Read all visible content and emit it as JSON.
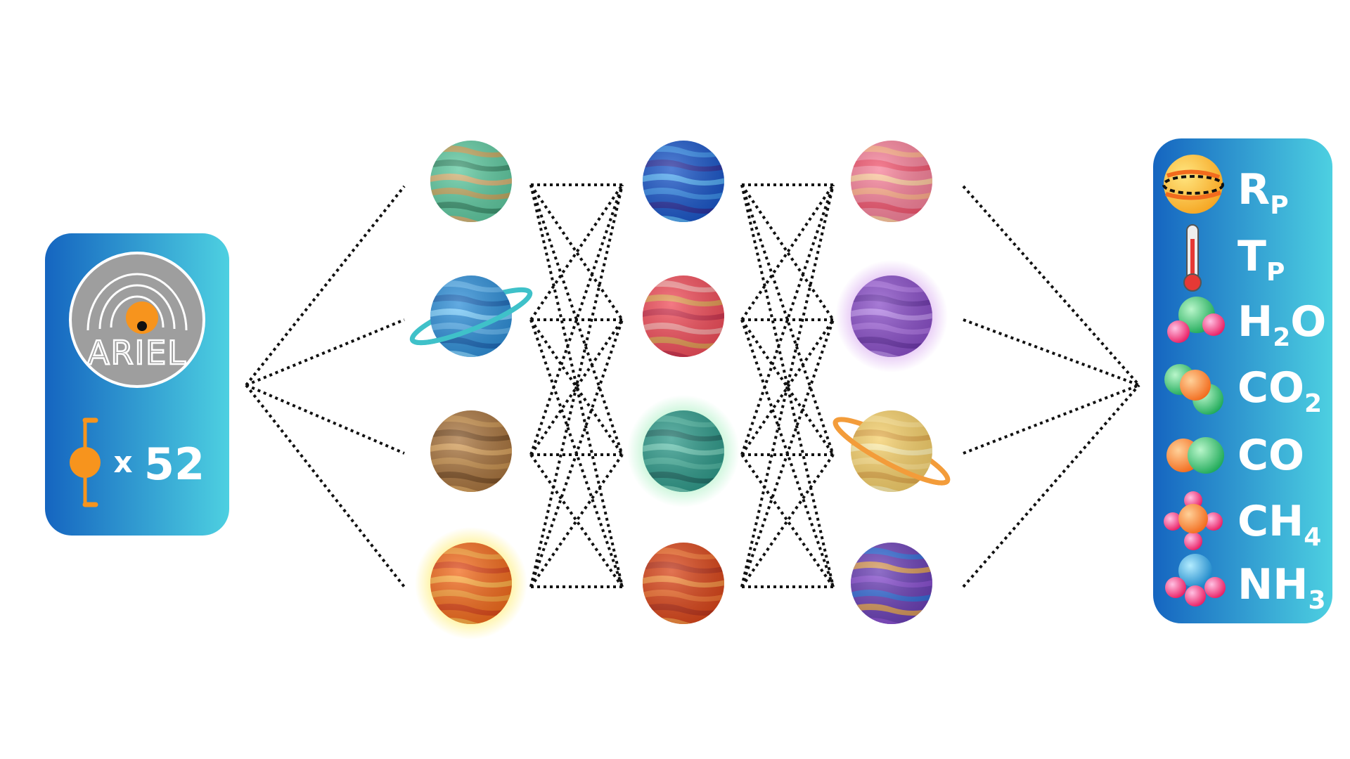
{
  "input_panel": {
    "logo_text": "ARIEL",
    "multiplier_symbol": "x",
    "spectral_bins": "52"
  },
  "network": {
    "layers": [
      [
        "green-banded",
        "blue-ringed",
        "brown-banded",
        "orange-glowing"
      ],
      [
        "blue-wavy",
        "pink-red-swirl",
        "teal-glowing",
        "red-orange-banded"
      ],
      [
        "pink-orange-banded",
        "purple-glowing",
        "yellow-ringed",
        "purple-blue-swirl"
      ]
    ]
  },
  "output_panel": {
    "items": [
      {
        "icon": "planet-radius-icon",
        "main": "R",
        "sub": "P"
      },
      {
        "icon": "thermometer-icon",
        "main": "T",
        "sub": "P"
      },
      {
        "icon": "water-molecule-icon",
        "main": "H",
        "sub": "2",
        "tail": "O"
      },
      {
        "icon": "co2-molecule-icon",
        "main": "CO",
        "sub": "2"
      },
      {
        "icon": "co-molecule-icon",
        "main": "CO",
        "sub": ""
      },
      {
        "icon": "methane-molecule-icon",
        "main": "CH",
        "sub": "4"
      },
      {
        "icon": "ammonia-molecule-icon",
        "main": "NH",
        "sub": "3"
      }
    ]
  },
  "colors": {
    "panel_dark": "#1565c0",
    "panel_light": "#4dd0e1",
    "accent": "#f7941d"
  }
}
